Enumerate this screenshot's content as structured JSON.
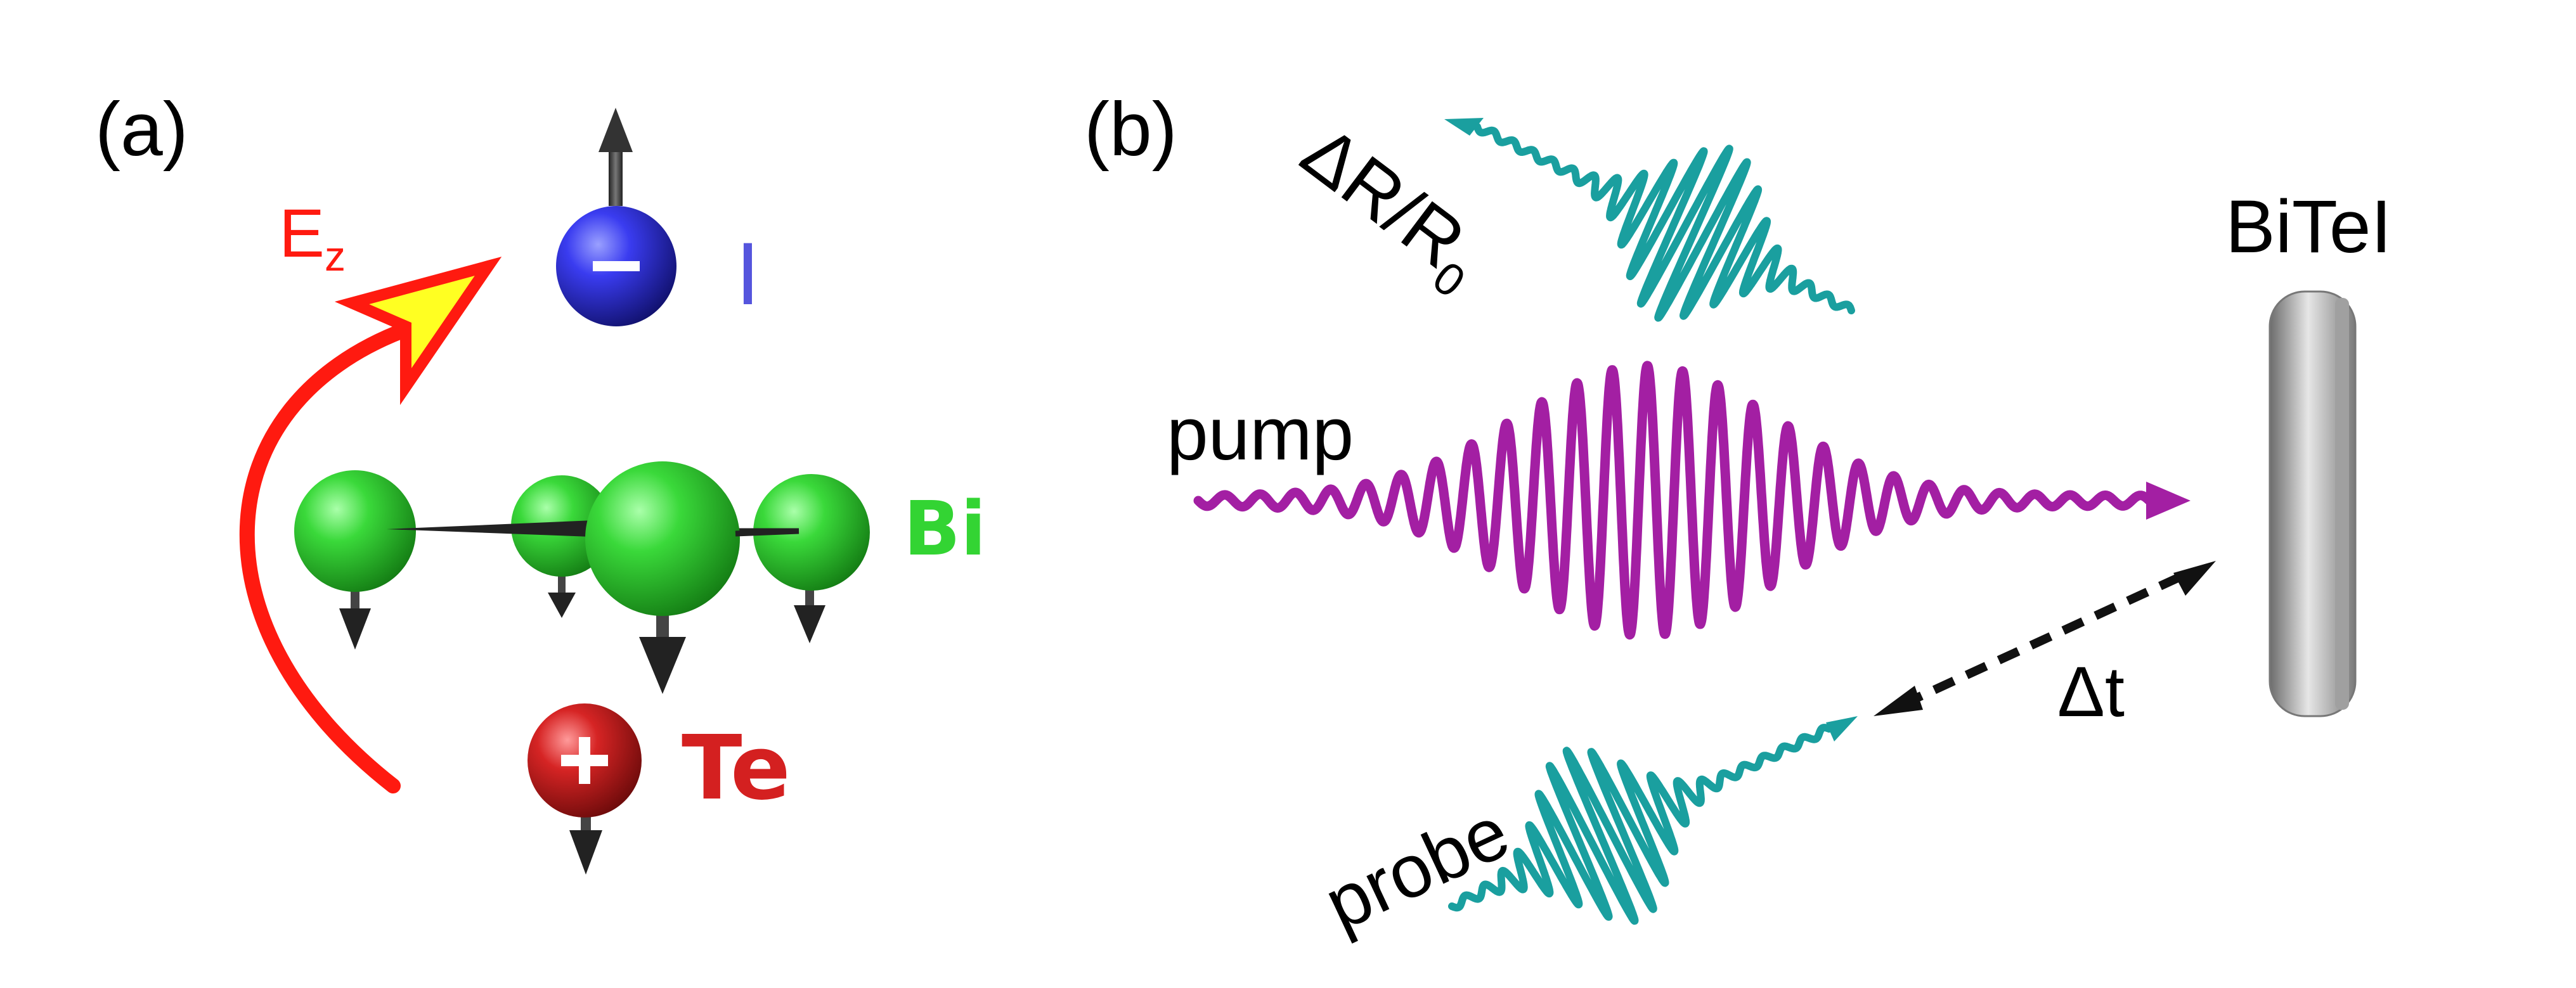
{
  "panel_a": {
    "label": "(a)",
    "field_label_main": "E",
    "field_label_sub": "z",
    "iodine_label": "I",
    "iodine_charge": "–",
    "bismuth_label": "Bi",
    "tellurium_label": "Te",
    "tellurium_charge": "+"
  },
  "panel_b": {
    "label": "(b)",
    "reflectivity_label_main": "ΔR/R",
    "reflectivity_label_sub": "0",
    "pump_label": "pump",
    "probe_label": "probe",
    "delay_label": "Δt",
    "sample_label": "BiTeI"
  },
  "colors": {
    "field_arrow": "#ff1a10",
    "field_arrow_head": "#ffff22",
    "iodine_atom": "#2a2bd0",
    "iodine_text": "#5555dd",
    "bismuth": "#33d433",
    "tellurium": "#d42020",
    "pump": "#a31fa3",
    "probe": "#1a9f9f",
    "sample": "#9a9a9a",
    "displacement_arrow": "#222222"
  },
  "icons": [
    "charge-minus-icon",
    "charge-plus-icon",
    "displacement-arrow-icon",
    "sample-slab-icon"
  ]
}
